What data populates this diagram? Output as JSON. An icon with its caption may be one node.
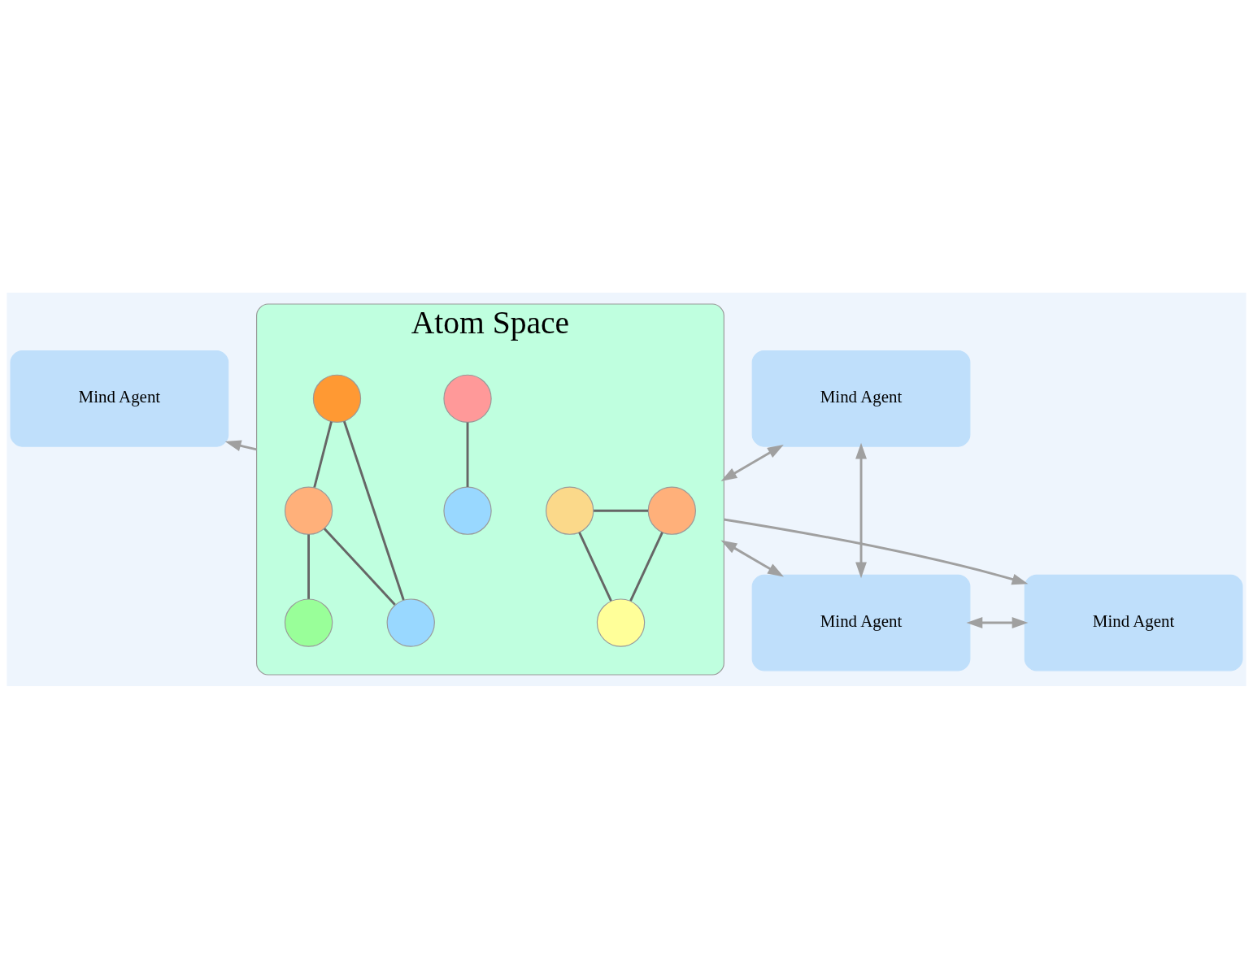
{
  "diagram": {
    "nodes": [
      {
        "text": [
          "Mind Agent"
        ]
      },
      {
        "text": [
          "Mind Agent"
        ]
      },
      {
        "text": [
          "Atom Space"
        ]
      },
      {
        "text": [],
        "shape": "circle",
        "in": 2
      },
      {
        "text": [],
        "shape": "circle",
        "in": 2
      },
      {
        "text": [],
        "shape": "circle",
        "in": 2
      },
      {
        "text": [],
        "shape": "circle",
        "in": 2
      },
      {
        "text": [],
        "shape": "circle",
        "in": 2
      },
      {
        "text": [],
        "shape": "circle",
        "in": 2
      },
      {
        "text": [],
        "shape": "circle",
        "in": 2
      },
      {
        "text": [],
        "shape": "circle",
        "in": 2
      },
      {
        "text": [],
        "shape": "circle",
        "in": 2
      },
      {
        "text": [
          "Mind Agent"
        ]
      },
      {
        "text": [
          "Mind Agent"
        ]
      }
    ],
    "edges": [
      {
        "from": 0,
        "to": 12,
        "arrow": "both",
        "color": "#a0a0a0"
      },
      {
        "from": 0,
        "to": 2,
        "arrow": "both",
        "color": "#a0a0a0"
      },
      {
        "from": 12,
        "to": 2,
        "arrow": "both",
        "color": "#a0a0a0"
      },
      {
        "from": 2,
        "to": 1,
        "arrow": "to",
        "color": "#a0a0a0"
      },
      {
        "from": 2,
        "to": 13,
        "arrow": "to",
        "color": "#a0a0a0"
      },
      {
        "from": 12,
        "to": 13,
        "arrow": "both",
        "color": "#a0a0a0"
      },
      {
        "from": 3,
        "to": 5,
        "arrow": "none"
      },
      {
        "from": 3,
        "to": 4,
        "arrow": "none"
      },
      {
        "from": 4,
        "to": 5,
        "arrow": "none"
      },
      {
        "from": 7,
        "to": 6,
        "arrow": "none"
      },
      {
        "from": 8,
        "to": 11,
        "arrow": "none"
      },
      {
        "from": 8,
        "to": 9,
        "arrow": "none"
      },
      {
        "from": 9,
        "to": 11,
        "arrow": "none"
      },
      {
        "from": 9,
        "to": 10,
        "arrow": "none"
      }
    ]
  }
}
